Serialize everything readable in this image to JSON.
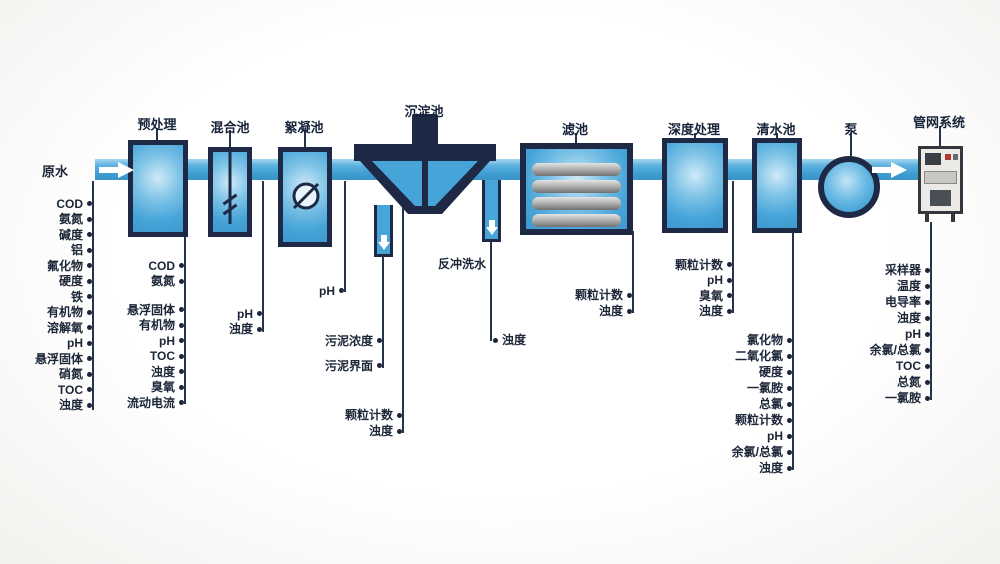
{
  "diagram": {
    "source_label": "原水",
    "backwash_label": "反冲洗水",
    "stages": {
      "pretreatment": "预处理",
      "mixing": "混合池",
      "flocculation": "絮凝池",
      "sedimentation": "沉淀池",
      "filter": "滤池",
      "advanced": "深度处理",
      "clearwater": "清水池",
      "pump": "泵",
      "network": "管网系统"
    }
  },
  "monitoring": {
    "raw_water": [
      "COD",
      "氨氮",
      "碱度",
      "铝",
      "氟化物",
      "硬度",
      "铁",
      "有机物",
      "溶解氧",
      "pH",
      "悬浮固体",
      "硝氮",
      "TOC",
      "浊度"
    ],
    "pretreatment_group1": [
      "COD",
      "氨氮"
    ],
    "pretreatment_group2": [
      "悬浮固体",
      "有机物",
      "pH",
      "TOC",
      "浊度",
      "臭氧",
      "流动电流"
    ],
    "mixing": [
      "pH",
      "浊度"
    ],
    "flocculation": [
      "pH"
    ],
    "sludge": [
      "污泥浓度",
      "污泥界面"
    ],
    "sedimentation_outlet": [
      "颗粒计数",
      "浊度"
    ],
    "backwash": [
      "浊度"
    ],
    "filter": [
      "颗粒计数",
      "浊度"
    ],
    "advanced": [
      "颗粒计数",
      "pH",
      "臭氧",
      "浊度"
    ],
    "clearwater": [
      "氯化物",
      "二氧化氯",
      "硬度",
      "一氯胺",
      "总氯",
      "颗粒计数",
      "pH",
      "余氯/总氯",
      "浊度"
    ],
    "network": [
      "采样器",
      "温度",
      "电导率",
      "浊度",
      "pH",
      "余氯/总氯",
      "TOC",
      "总氮",
      "一氯胺"
    ]
  },
  "colors": {
    "pipe_blue": "#48a5d9",
    "outline_navy": "#1d2945",
    "text_navy": "#1c2638",
    "media_gray": "#a8a8a8",
    "background": "#ffffff"
  }
}
